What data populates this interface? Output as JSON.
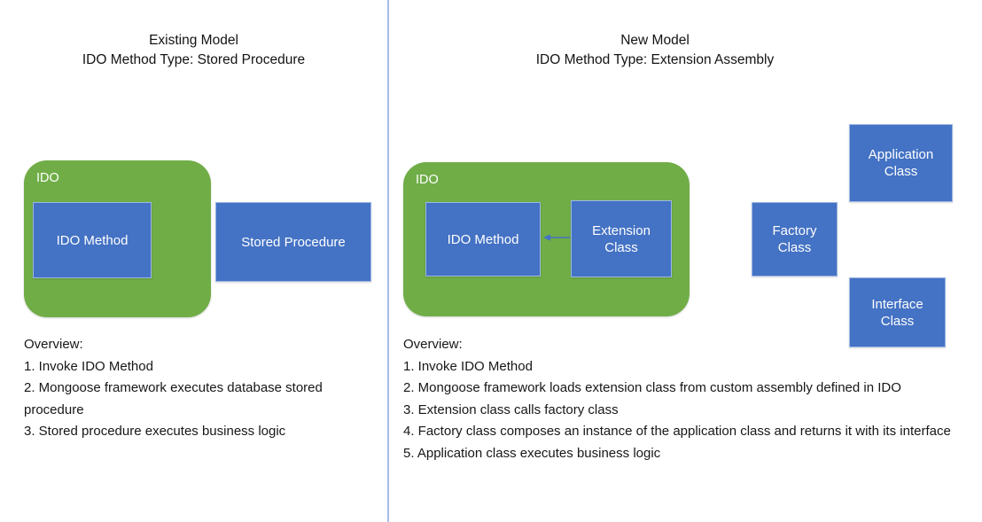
{
  "colors": {
    "green_container": "#70AD47",
    "blue_box": "#4472C4",
    "blue_box_border": "#9DB7E4",
    "divider": "#A7BDE8",
    "text": "#171717",
    "box_text": "#FFFFFF",
    "background": "#FFFFFF"
  },
  "panels": {
    "existing": {
      "title_line1": "Existing Model",
      "title_line2": "IDO Method Type: Stored Procedure",
      "ido_container_label": "IDO",
      "boxes": {
        "ido_method": "IDO Method",
        "stored_procedure": "Stored Procedure"
      },
      "overview": {
        "heading": "Overview:",
        "steps": [
          "1. Invoke IDO Method",
          "2. Mongoose framework executes database stored procedure",
          "3. Stored procedure executes business logic"
        ]
      }
    },
    "new": {
      "title_line1": "New Model",
      "title_line2": "IDO Method Type: Extension Assembly",
      "ido_container_label": "IDO",
      "boxes": {
        "ido_method": "IDO Method",
        "extension_class": "Extension Class",
        "application_class": "Application Class",
        "factory_class": "Factory Class",
        "interface_class": "Interface Class"
      },
      "arrow": {
        "direction": "left",
        "from": "Extension Class",
        "to": "IDO Method"
      },
      "overview": {
        "heading": "Overview:",
        "steps": [
          "1. Invoke IDO Method",
          "2. Mongoose framework loads extension class from custom assembly defined in IDO",
          "3. Extension class calls factory class",
          "4. Factory class composes an instance of the application class and returns it with its interface",
          "5. Application class executes business logic"
        ]
      }
    }
  }
}
